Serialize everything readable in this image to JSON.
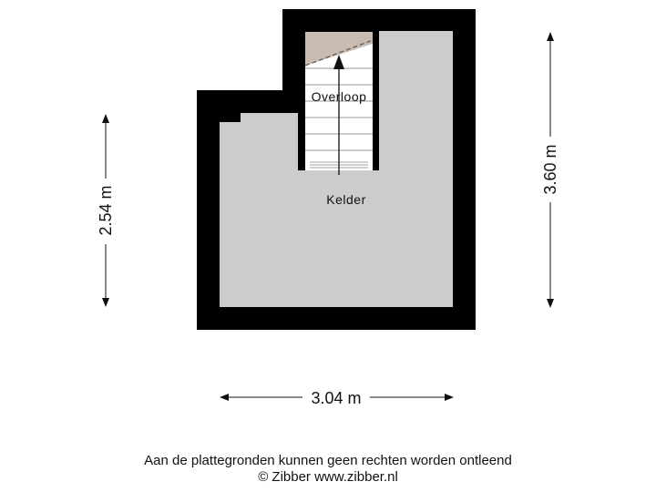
{
  "rooms": {
    "landing": "Overloop",
    "basement": "Kelder"
  },
  "dimensions": {
    "left_height": "2.54 m",
    "right_height": "3.60 m",
    "width": "3.04 m"
  },
  "footer": {
    "disclaimer": "Aan de plattegronden kunnen geen rechten worden ontleend",
    "credit": "© Zibber www.zibber.nl"
  },
  "colors": {
    "wall": "#000000",
    "floor": "#cccccc",
    "stairs": "#ffffff",
    "landing_top": "#c8bcb0"
  }
}
